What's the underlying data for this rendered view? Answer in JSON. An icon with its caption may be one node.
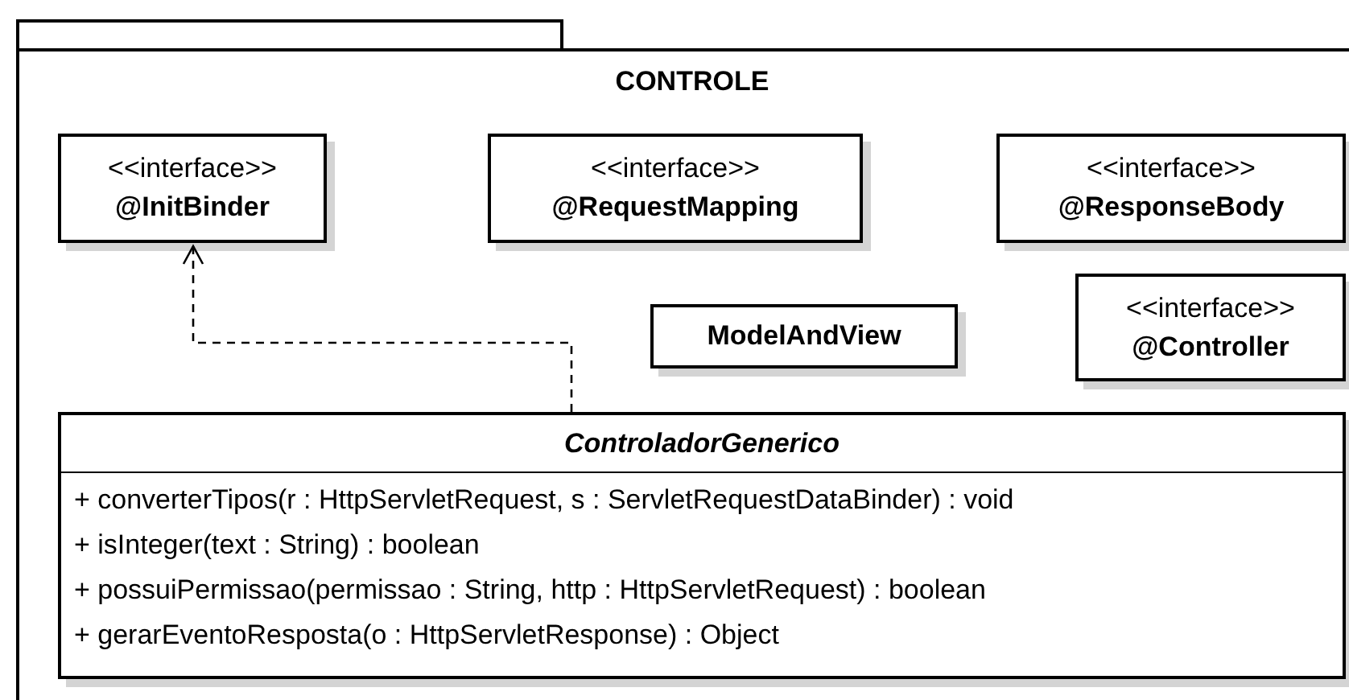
{
  "diagram": {
    "nodes": [
      {
        "text": [
          "CONTROLE"
        ]
      },
      {
        "text": [
          "<<interface>>",
          "@InitBinder"
        ],
        "in": 0
      },
      {
        "text": [
          "<<interface>>",
          "@RequestMapping"
        ],
        "in": 0
      },
      {
        "text": [
          "<<interface>>",
          "@ResponseBody"
        ],
        "in": 0
      },
      {
        "text": [
          "ModelAndView"
        ],
        "in": 0
      },
      {
        "text": [
          "<<interface>>",
          "@Controller"
        ],
        "in": 0
      },
      {
        "text": [
          "ControladorGenerico",
          "+ converterTipos(r : HttpServletRequest, s : ServletRequestDataBinder) : void",
          "+ isInteger(text : String) : boolean",
          "+ possuiPermissao(permissao : String, http : HttpServletRequest) : boolean",
          "+ gerarEventoResposta(o : HttpServletResponse) : Object"
        ],
        "in": 0
      }
    ],
    "edges": [
      {
        "from": 6,
        "to": 1,
        "arrow": "to",
        "style": "dashed"
      }
    ]
  }
}
